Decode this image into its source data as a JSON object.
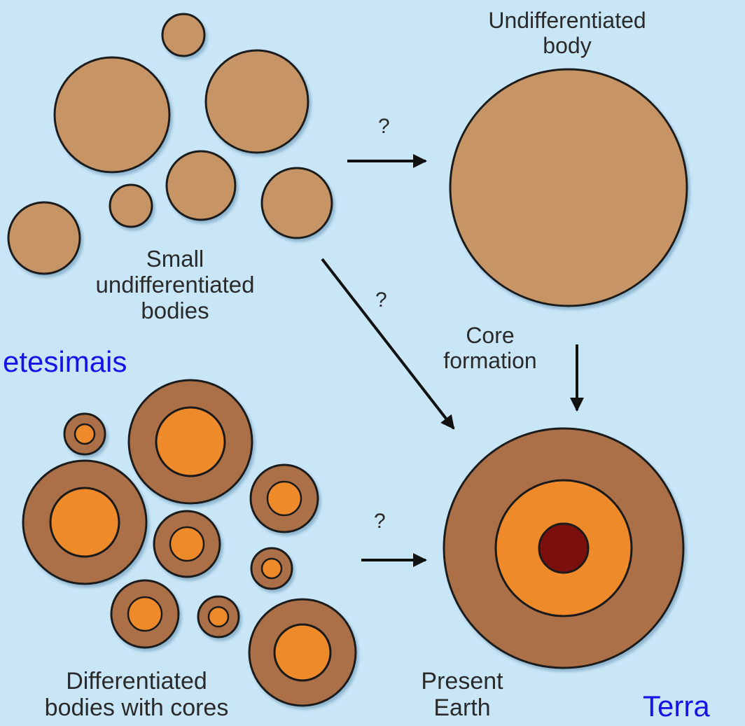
{
  "labels": {
    "undifferentiated_body": "Undifferentiated\nbody",
    "small_bodies": "Small\nundifferentiated\nbodies",
    "core_formation": "Core\nformation",
    "differentiated_bodies": "Differentiated\nbodies with cores",
    "present_earth": "Present\nEarth"
  },
  "question_marks": {
    "top": "?",
    "diagonal": "?",
    "bottom": "?"
  },
  "overlay_text": {
    "left": "etesimais",
    "right": "Terra"
  },
  "colors": {
    "background": "#c9e6f7",
    "undifferentiated": "#c79466",
    "mantle": "#ac7048",
    "core": "#ee8a2a",
    "inner_core": "#7a0f0c",
    "outline": "#1a1a1a",
    "overlay_text": "#1414e6"
  }
}
